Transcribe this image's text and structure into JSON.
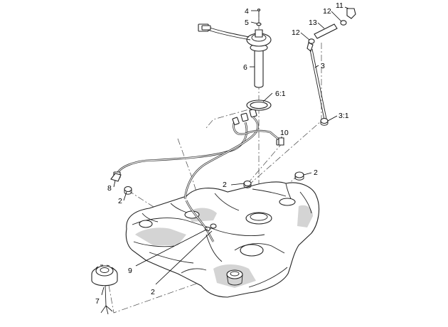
{
  "callouts": {
    "c4": "4",
    "c5": "5",
    "c6": "6",
    "c6_1": "6:1",
    "c11": "11",
    "c12_top": "12",
    "c12_left": "12",
    "c13": "13",
    "c3": "3",
    "c3_1": "3:1",
    "c10": "10",
    "c2_center": "2",
    "c2_right": "2",
    "c8": "8",
    "c2_left": "2",
    "c9": "9",
    "c2_bottom": "2",
    "c7": "7"
  }
}
